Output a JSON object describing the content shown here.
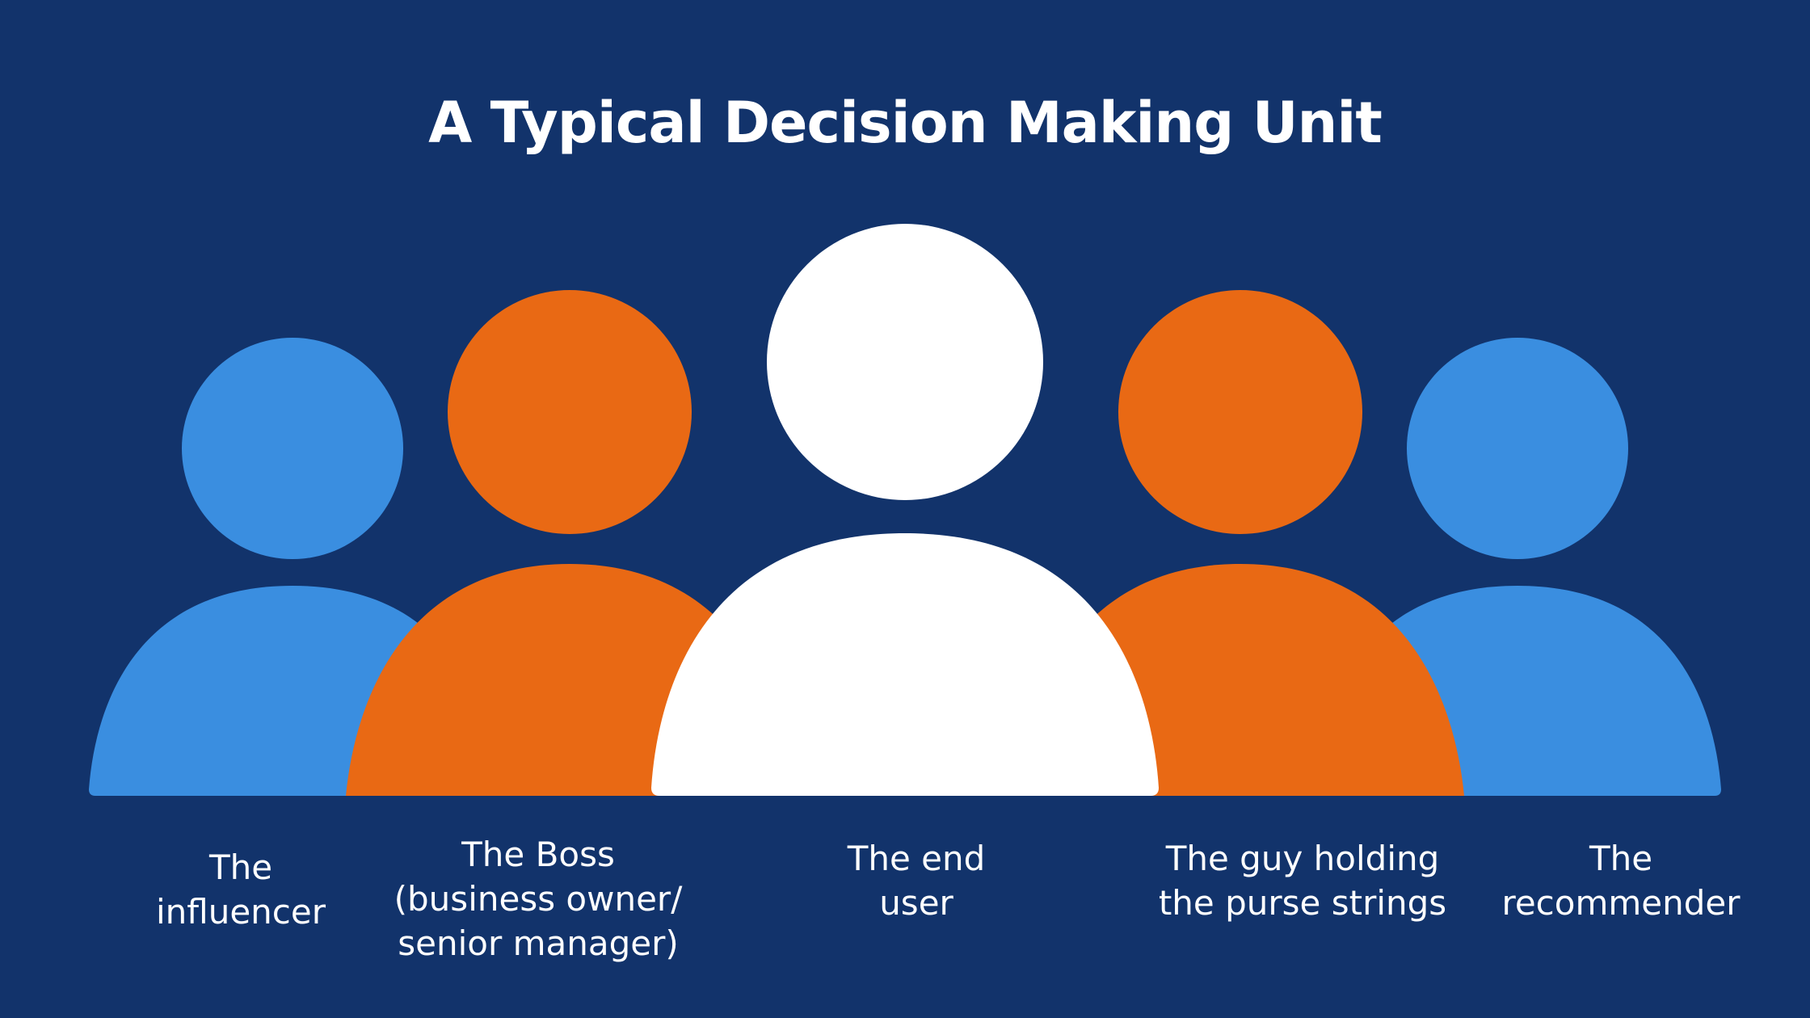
{
  "title": "A Typical Decision Making Unit",
  "colors": {
    "background": "#12336b",
    "blue": "#3a8ee0",
    "orange": "#e96914",
    "white": "#ffffff"
  },
  "people": [
    {
      "label": "The\ninfluencer",
      "color": "blue"
    },
    {
      "label": "The Boss\n(business owner/\nsenior manager)",
      "color": "orange"
    },
    {
      "label": "The end\nuser",
      "color": "white"
    },
    {
      "label": "The guy holding\nthe purse strings",
      "color": "orange"
    },
    {
      "label": "The\nrecommender",
      "color": "blue"
    }
  ]
}
